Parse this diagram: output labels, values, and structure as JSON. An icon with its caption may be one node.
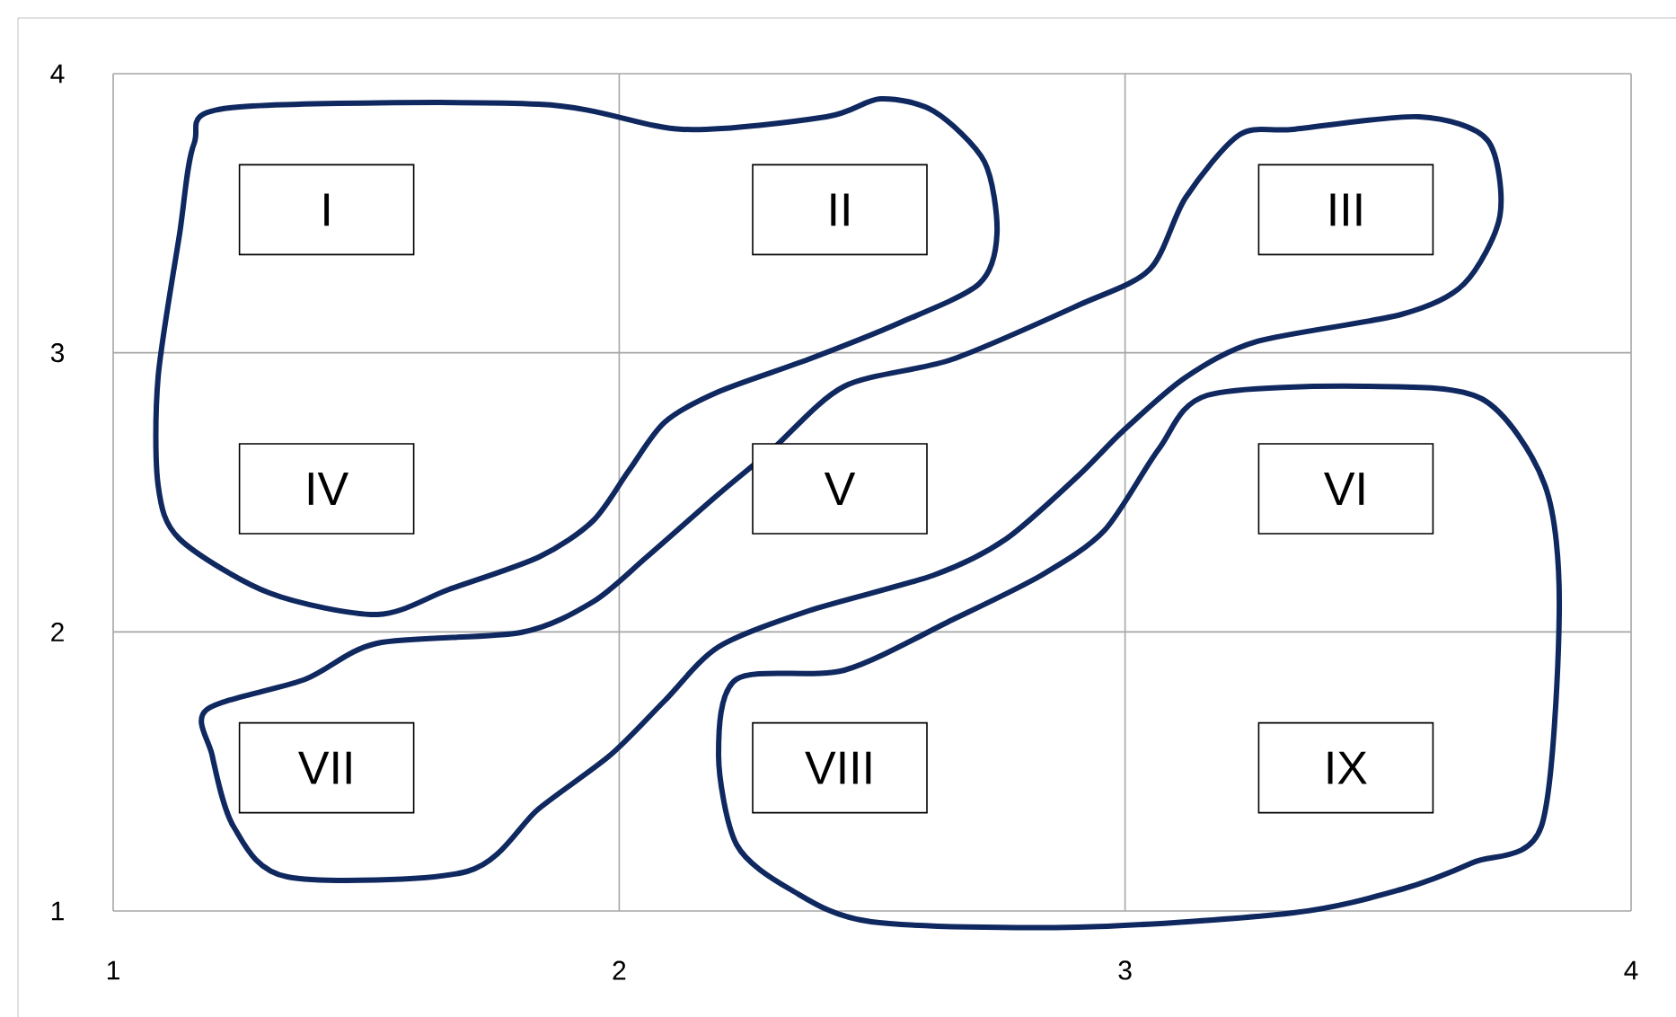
{
  "diagram": {
    "nodes": [
      {
        "text": [],
        "shape": "cloud"
      },
      {
        "text": [],
        "shape": "cloud"
      },
      {
        "text": [],
        "shape": "cloud"
      },
      {
        "text": [
          "I"
        ],
        "in": 0
      },
      {
        "text": [
          "II"
        ],
        "in": 0
      },
      {
        "text": [
          "III"
        ],
        "in": 1
      },
      {
        "text": [
          "IV"
        ],
        "in": 0
      },
      {
        "text": [
          "V"
        ],
        "in": 1
      },
      {
        "text": [
          "VI"
        ],
        "in": 2
      },
      {
        "text": [
          "VII"
        ],
        "in": 1
      },
      {
        "text": [
          "VIII"
        ],
        "in": 2
      },
      {
        "text": [
          "IX"
        ],
        "in": 2
      }
    ],
    "edges": [],
    "labels": [
      "4",
      "3",
      "2",
      "1",
      "1",
      "2",
      "3",
      "4"
    ]
  }
}
